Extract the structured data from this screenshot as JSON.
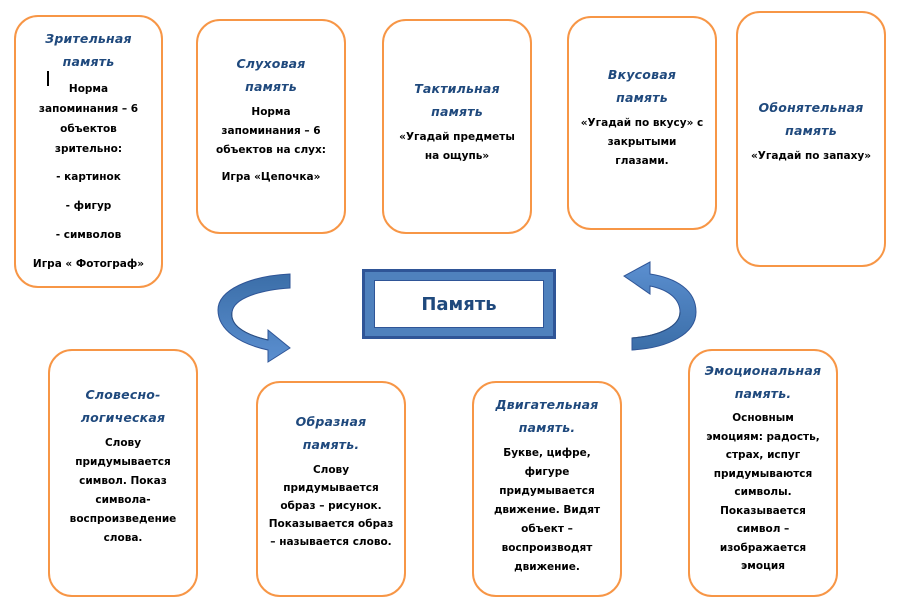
{
  "center": {
    "label": "Память"
  },
  "colors": {
    "card_border": "#f79646",
    "title": "#1f497d",
    "arrow": "#4f81bd",
    "arrow_dark": "#2f5597"
  },
  "cards": {
    "visual": {
      "title": [
        "Зрительная",
        "память"
      ],
      "body": [
        "Норма",
        "запоминания – 6",
        "объектов",
        "зрительно:",
        "- картинок",
        "- фигур",
        "- символов",
        "Игра « Фотограф»"
      ]
    },
    "auditory": {
      "title": [
        "Слуховая",
        "память"
      ],
      "body": [
        "Норма",
        "запоминания – 6",
        "объектов на слух:",
        "Игра «Цепочка»"
      ]
    },
    "tactile": {
      "title": [
        "Тактильная",
        "память"
      ],
      "body": [
        "«Угадай предметы",
        "на ощупь»"
      ]
    },
    "taste": {
      "title": [
        "Вкусовая",
        "память"
      ],
      "body": [
        "«Угадай по вкусу» с",
        "закрытыми",
        "глазами."
      ]
    },
    "olfactory": {
      "title": [
        "Обонятельная",
        "память"
      ],
      "body": [
        "«Угадай по запаху»"
      ]
    },
    "verbal_logical": {
      "title": [
        "Словесно-",
        "логическая"
      ],
      "body": [
        "Слову",
        "придумывается",
        "символ. Показ",
        "символа-",
        "воспроизведение",
        "слова."
      ]
    },
    "figurative": {
      "title": [
        "Образная",
        "память."
      ],
      "body": [
        "Слову",
        "придумывается",
        "образ – рисунок.",
        "Показывается образ",
        "– называется слово."
      ]
    },
    "motor": {
      "title": [
        "Двигательная",
        "память."
      ],
      "body": [
        "Букве, цифре,",
        "фигуре",
        "придумывается",
        "движение. Видят",
        "объект –",
        "воспроизводят",
        "движение."
      ]
    },
    "emotional": {
      "title": [
        "Эмоциональная",
        "память."
      ],
      "body": [
        "Основным",
        "эмоциям: радость,",
        "страх, испуг",
        "придумываются",
        "символы.",
        "Показывается",
        "символ –",
        "изображается",
        "эмоция"
      ]
    }
  }
}
